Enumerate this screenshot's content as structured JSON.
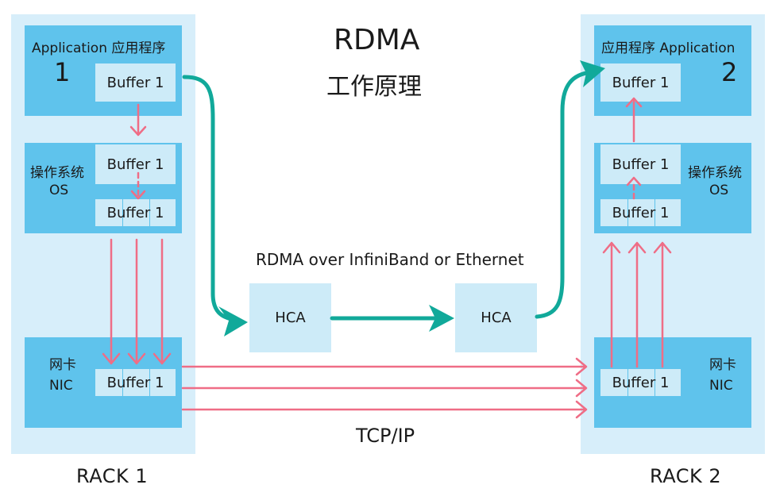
{
  "title": {
    "line1": "RDMA",
    "line2": "工作原理"
  },
  "left": {
    "app_label": "Application 应用程序",
    "app_number": "1",
    "os_label_cn": "操作系统",
    "os_label_en": "OS",
    "nic_label_cn": "网卡",
    "nic_label_en": "NIC",
    "rack_name": "RACK 1"
  },
  "right": {
    "app_label": "应用程序 Application",
    "app_number": "2",
    "os_label_cn": "操作系统",
    "os_label_en": "OS",
    "nic_label_cn": "网卡",
    "nic_label_en": "NIC",
    "rack_name": "RACK 2"
  },
  "buffer_label": "Buffer 1",
  "hca_label": "HCA",
  "rdma_caption": "RDMA over InfiniBand or Ethernet",
  "tcp_caption": "TCP/IP",
  "colors": {
    "rack_bg": "#d7eefa",
    "block": "#5fc3ec",
    "buffer": "#cdebf8",
    "rdma_arrow": "#11a99a",
    "tcp_arrow": "#ef6d86"
  }
}
